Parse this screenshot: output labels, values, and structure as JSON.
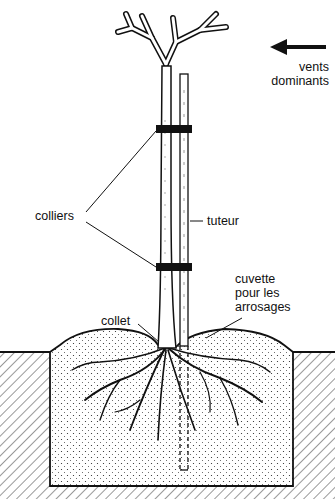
{
  "diagram": {
    "labels": [
      "vents dominants",
      "colliers",
      "tuteur",
      "cuvette pour les arrosages",
      "collet"
    ]
  }
}
